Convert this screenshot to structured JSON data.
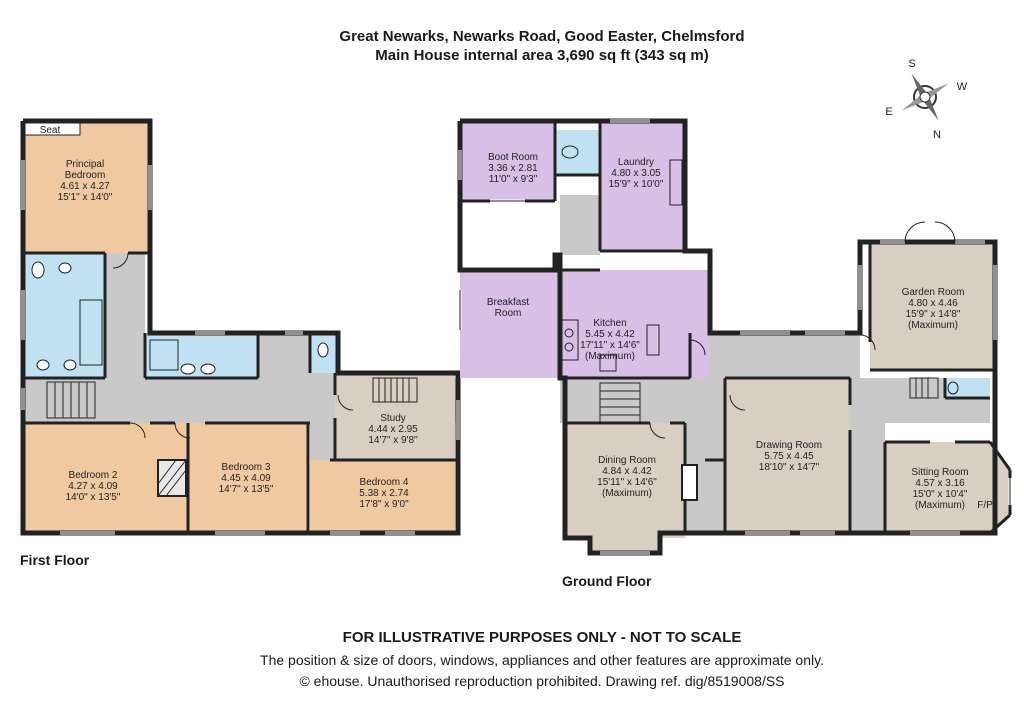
{
  "header": {
    "address": "Great Newarks, Newarks Road, Good Easter, Chelmsford",
    "area": "Main House internal area 3,690 sq ft (343 sq m)"
  },
  "compass": {
    "s": "S",
    "w": "W",
    "e": "E",
    "n": "N"
  },
  "colors": {
    "wall": "#222222",
    "circulation": "#c9c9c9",
    "bedroom": "#f0c9a0",
    "bathroom": "#bfe1f2",
    "kitchen": "#d7bfe6",
    "living": "#d8cfc2"
  },
  "first_floor": {
    "label": "First Floor",
    "rooms": {
      "seat": "Seat",
      "principal": [
        "Principal",
        "Bedroom",
        "4.61 x 4.27",
        "15'1\" x 14'0\""
      ],
      "bed2": [
        "Bedroom 2",
        "4.27 x 4.09",
        "14'0\" x 13'5\""
      ],
      "bed3": [
        "Bedroom 3",
        "4.45 x 4.09",
        "14'7\" x 13'5\""
      ],
      "bed4": [
        "Bedroom 4",
        "5.38 x 2.74",
        "17'8\" x 9'0\""
      ],
      "study": [
        "Study",
        "4.44 x 2.95",
        "14'7\" x 9'8\""
      ]
    }
  },
  "ground_floor": {
    "label": "Ground Floor",
    "rooms": {
      "boot": [
        "Boot Room",
        "3.36 x 2.81",
        "11'0\" x 9'3\""
      ],
      "laundry": [
        "Laundry",
        "4.80 x 3.05",
        "15'9\" x 10'0\""
      ],
      "breakfast": [
        "Breakfast",
        "Room"
      ],
      "kitchen": [
        "Kitchen",
        "5.45 x 4.42",
        "17'11\" x 14'6\"",
        "(Maximum)"
      ],
      "garden": [
        "Garden Room",
        "4.80 x 4.46",
        "15'9\" x 14'8\"",
        "(Maximum)"
      ],
      "dining": [
        "Dining Room",
        "4.84 x 4.42",
        "15'11\" x 14'6\"",
        "(Maximum)"
      ],
      "drawing": [
        "Drawing Room",
        "5.75 x 4.45",
        "18'10\" x 14'7\""
      ],
      "sitting": [
        "Sitting Room",
        "4.57 x 3.16",
        "15'0\" x 10'4\"",
        "(Maximum)"
      ],
      "fp": "F/P"
    }
  },
  "disclaimer": {
    "line1": "FOR ILLUSTRATIVE PURPOSES ONLY - NOT TO SCALE",
    "line2": "The position & size of doors, windows, appliances and other features are approximate only.",
    "line3": "© ehouse. Unauthorised reproduction prohibited. Drawing ref. dig/8519008/SS"
  }
}
